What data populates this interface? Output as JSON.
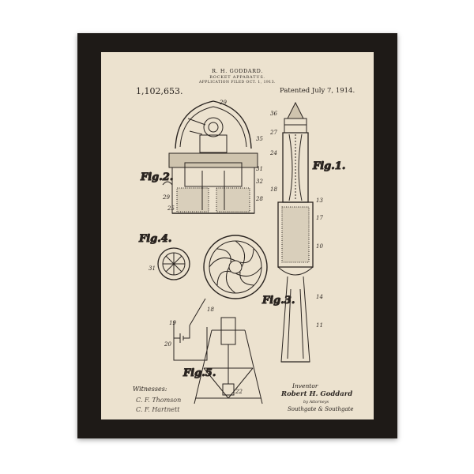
{
  "patent": {
    "inventor_header": "R. H. GODDARD.",
    "title": "ROCKET APPARATUS.",
    "filed": "APPLICATION FILED OCT. 1, 1913.",
    "number": "1,102,653.",
    "patented": "Patented July 7, 1914."
  },
  "figures": {
    "fig1": "Fig.1.",
    "fig2": "Fig.2.",
    "fig3": "Fig.3.",
    "fig4": "Fig.4.",
    "fig5": "Fig.5."
  },
  "signatures": {
    "witnesses_label": "Witnesses:",
    "witness_1": "C. F. Thomson",
    "witness_2": "C. F. Hartnett",
    "inventor_label": "Inventor",
    "inventor_name": "Robert H. Goddard",
    "attorney_label": "by Attorneys",
    "attorney_name": "Southgate & Southgate"
  },
  "colors": {
    "frame": "#1e1a17",
    "paper": "#ece2cf",
    "ink": "#2a2420"
  }
}
